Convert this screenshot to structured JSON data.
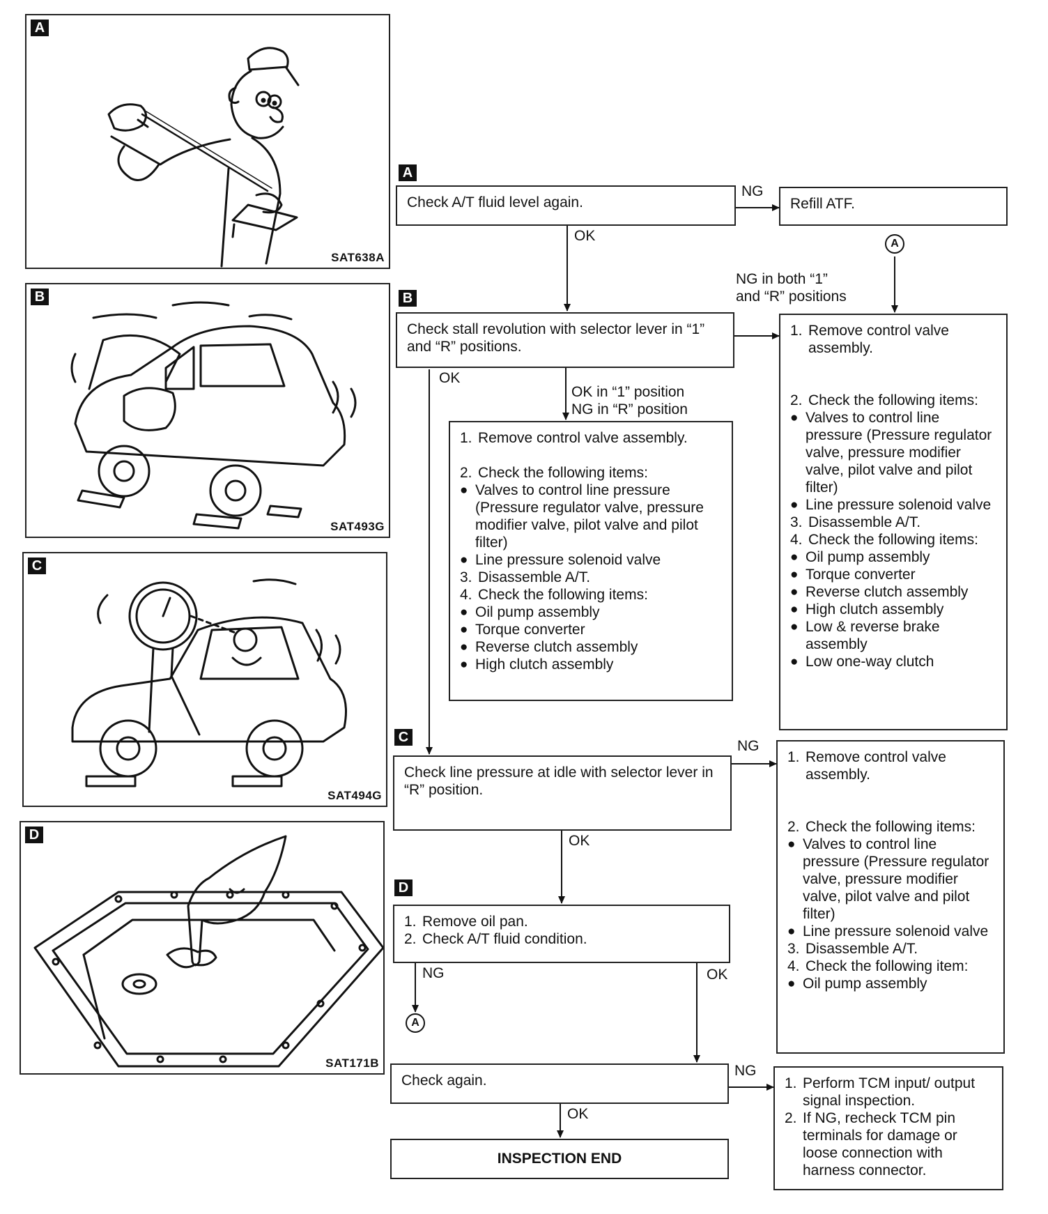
{
  "illustrations": [
    {
      "tag": "A",
      "code": "SAT638A",
      "subject": "mechanic-inspecting-dipstick"
    },
    {
      "tag": "B",
      "code": "SAT493G",
      "subject": "car-on-chocks-stall-test"
    },
    {
      "tag": "C",
      "code": "SAT494G",
      "subject": "car-with-pressure-gauge"
    },
    {
      "tag": "D",
      "code": "SAT171B",
      "subject": "oil-pan-inspection"
    }
  ],
  "flow": {
    "sections": {
      "a": "A",
      "b": "B",
      "c": "C",
      "d": "D"
    },
    "connector_symbol": "A",
    "check_fluid": "Check A/T fluid level again.",
    "refill_atf": "Refill ATF.",
    "stall_check": "Check stall revolution with selector lever in “1” and “R” positions.",
    "line_pressure_check": "Check line pressure at idle with selector lever in “R” position.",
    "oil_pan": {
      "steps": [
        {
          "num": "1.",
          "text": "Remove oil pan."
        },
        {
          "num": "2.",
          "text": "Check A/T fluid condition."
        }
      ]
    },
    "check_again": "Check again.",
    "inspection_end": "INSPECTION END",
    "labels": {
      "ng_fluid": "NG",
      "ok_fluid": "OK",
      "ng_both_line1": "NG in both “1”",
      "ng_both_line2": "and “R” positions",
      "ok_stall": "OK",
      "ok_in_1": "OK in “1” position",
      "ng_in_r": "NG in “R” position",
      "ng_line_pressure": "NG",
      "ok_line_pressure": "OK",
      "ng_oil_pan": "NG",
      "ok_oil_pan": "OK",
      "ng_check_again": "NG",
      "ok_check_again": "OK"
    },
    "middle_box": {
      "s1": {
        "num": "1.",
        "text": "Remove control valve assembly."
      },
      "s2": {
        "num": "2.",
        "text": "Check the following items:",
        "bullets": [
          "Valves to control line pressure (Pressure regulator valve, pressure modifier valve, pilot valve and pilot filter)",
          "Line pressure solenoid valve"
        ]
      },
      "s3": {
        "num": "3.",
        "text": "Disassemble A/T."
      },
      "s4": {
        "num": "4.",
        "text": "Check the following items:",
        "bullets": [
          "Oil pump assembly",
          "Torque converter",
          "Reverse clutch assembly",
          "High clutch assembly"
        ]
      }
    },
    "right_box_1": {
      "s1": {
        "num": "1.",
        "text": "Remove control valve assembly."
      },
      "s2": {
        "num": "2.",
        "text": "Check the following items:",
        "bullets": [
          "Valves to control line pressure (Pressure regulator valve, pressure modifier valve, pilot valve and pilot filter)",
          "Line pressure solenoid valve"
        ]
      },
      "s3": {
        "num": "3.",
        "text": "Disassemble A/T."
      },
      "s4": {
        "num": "4.",
        "text": "Check the following items:",
        "bullets": [
          "Oil pump assembly",
          "Torque converter",
          "Reverse clutch assembly",
          "High clutch assembly",
          "Low & reverse brake assembly",
          "Low one-way clutch"
        ]
      }
    },
    "right_box_2": {
      "s1": {
        "num": "1.",
        "text": "Remove control valve assembly."
      },
      "s2": {
        "num": "2.",
        "text": "Check the following items:",
        "bullets": [
          "Valves to control line pressure (Pressure regulator valve, pressure modifier valve, pilot valve and pilot filter)",
          "Line pressure solenoid valve"
        ]
      },
      "s3": {
        "num": "3.",
        "text": "Disassemble A/T."
      },
      "s4": {
        "num": "4.",
        "text": "Check the following item:",
        "bullets": [
          "Oil pump assembly"
        ]
      }
    },
    "tcm_box": {
      "steps": [
        {
          "num": "1.",
          "text": "Perform TCM input/ output signal inspection."
        },
        {
          "num": "2.",
          "text": "If NG, recheck TCM pin terminals for damage or loose connection with harness connector."
        }
      ]
    }
  }
}
